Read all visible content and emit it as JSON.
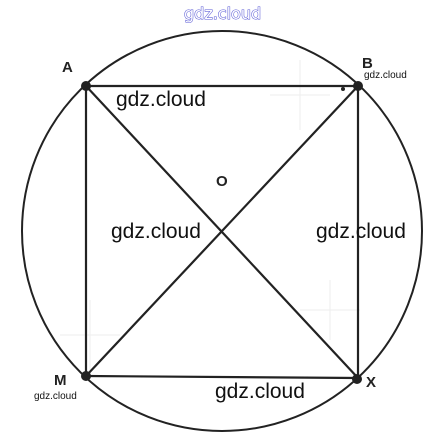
{
  "colors": {
    "stroke": "#222222",
    "watermark_text": "#111111",
    "top_watermark_outline": "#5a5ad6",
    "background": "#ffffff"
  },
  "points": {
    "A": "A",
    "B": "B",
    "M": "M",
    "X": "X",
    "O": "O"
  },
  "watermarks": {
    "top": "gdz.cloud",
    "ab_edge": "gdz.cloud",
    "near_b": "gdz.cloud",
    "center_left": "gdz.cloud",
    "right_edge": "gdz.cloud",
    "near_m": "gdz.cloud",
    "mx_edge": "gdz.cloud"
  }
}
